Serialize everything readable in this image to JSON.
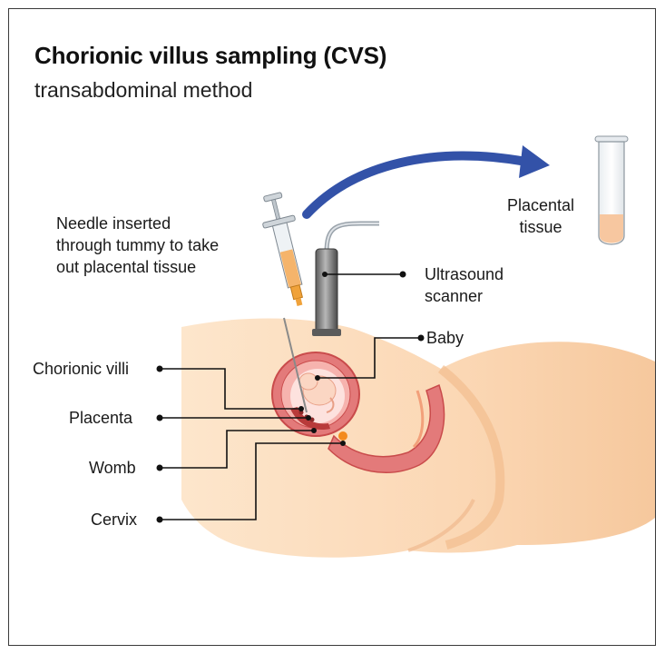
{
  "header": {
    "title": "Chorionic villus sampling (CVS)",
    "subtitle": "transabdominal method"
  },
  "labels": {
    "needle_line1": "Needle inserted",
    "needle_line2": "through tummy to take",
    "needle_line3": "out placental tissue",
    "tissue_line1": "Placental",
    "tissue_line2": "tissue",
    "ultrasound_line1": "Ultrasound",
    "ultrasound_line2": "scanner",
    "baby": "Baby",
    "chorionic_villi": "Chorionic villi",
    "placenta": "Placenta",
    "womb": "Womb",
    "cervix": "Cervix"
  },
  "colors": {
    "skin": "#fbd7b4",
    "skin_shadow": "#f2bd8e",
    "womb": "#e37a7a",
    "womb_dark": "#c94b4b",
    "arrow": "#3352a8",
    "sample": "#f7c7a0",
    "leader": "#111111"
  },
  "icons": [
    "syringe-icon",
    "ultrasound-probe-icon",
    "test-tube-icon",
    "curved-arrow-icon"
  ]
}
